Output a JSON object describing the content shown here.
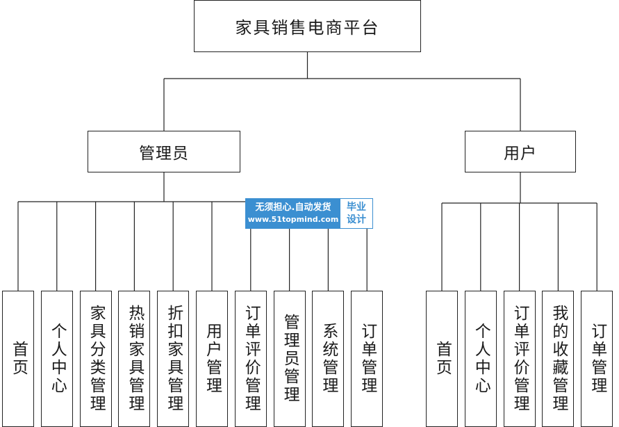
{
  "root": {
    "label": "家具销售电商平台"
  },
  "groups": [
    {
      "label": "管理员",
      "children": [
        "首页",
        "个人中心",
        "家具分类管理",
        "热销家具管理",
        "折扣家具管理",
        "用户管理",
        "订单评价管理",
        "管理员管理",
        "系统管理",
        "订单管理"
      ]
    },
    {
      "label": "用户",
      "children": [
        "首页",
        "个人中心",
        "订单评价管理",
        "我的收藏管理",
        "订单管理"
      ]
    }
  ],
  "watermark": {
    "line1": "无须担心.自动发货",
    "line2": "www.51topmind.com",
    "badge_line1": "毕业",
    "badge_line2": "设计",
    "color": "#3b8fd1"
  },
  "colors": {
    "line": "#222222",
    "background": "#ffffff"
  }
}
